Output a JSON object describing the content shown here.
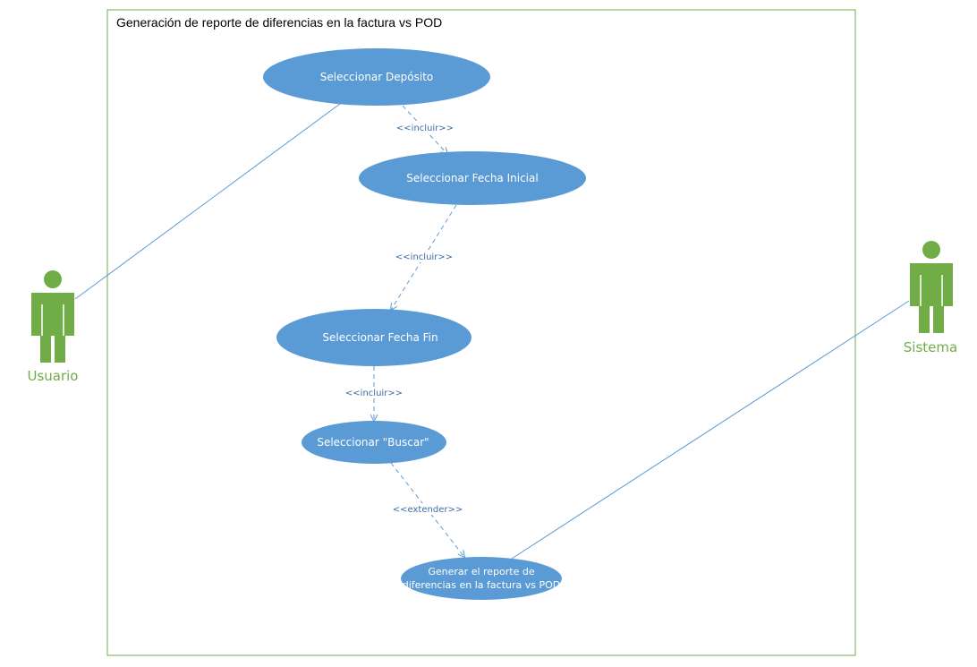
{
  "boundary": {
    "title": "Generación de reporte de diferencias en la factura vs POD"
  },
  "actors": {
    "usuario": {
      "label": "Usuario"
    },
    "sistema": {
      "label": "Sistema"
    }
  },
  "use_cases": {
    "seleccionar_deposito": {
      "label": "Seleccionar Depósito"
    },
    "seleccionar_fecha_inicial": {
      "label": "Seleccionar Fecha Inicial"
    },
    "seleccionar_fecha_fin": {
      "label": "Seleccionar Fecha Fin"
    },
    "seleccionar_buscar": {
      "label": "Seleccionar \"Buscar\""
    },
    "generar_reporte": {
      "line1": "Generar el reporte de",
      "line2": "diferencias en la factura vs POD"
    }
  },
  "relations": {
    "incluir_1": "<<incluir>>",
    "incluir_2": "<<incluir>>",
    "incluir_3": "<<incluir>>",
    "extender": "<<extender>>"
  },
  "colors": {
    "use_case_fill": "#5b9bd5",
    "actor": "#70ad47",
    "boundary": "#70ad47",
    "association_line": "#5b9bd5",
    "relation_text": "#3b6ea5"
  }
}
